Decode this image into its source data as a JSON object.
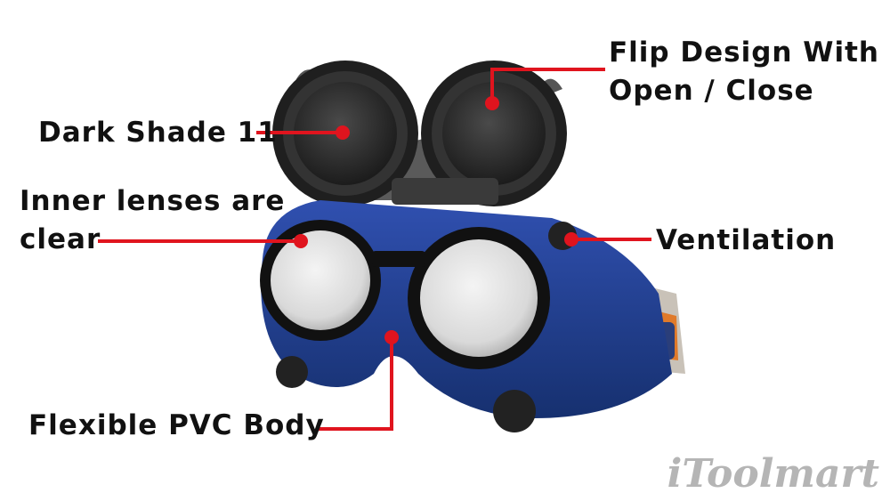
{
  "callouts": {
    "dark_shade": "Dark Shade 11",
    "inner_lenses_line1": "Inner lenses are",
    "inner_lenses_line2": "clear",
    "flip_design_line1": "Flip Design With",
    "flip_design_line2": "Open / Close",
    "ventilation": "Ventilation",
    "pvc_body": "Flexible PVC Body"
  },
  "watermark": "iToolmart",
  "colors": {
    "leader_line": "#e0141e",
    "goggle_body": "#1e3a8c",
    "lens_frame": "#141414",
    "dark_lens": "#2a2a2a",
    "background": "#ffffff"
  }
}
